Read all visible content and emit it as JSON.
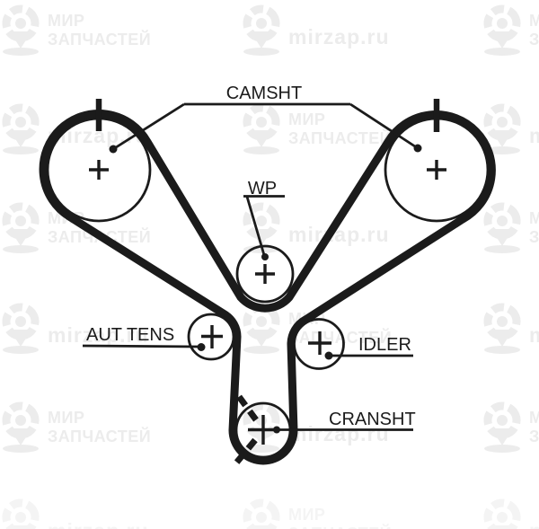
{
  "diagram_title": "timing-belt-routing-diagram",
  "labels": {
    "camshaft": "CAMSHT",
    "water_pump": "WP",
    "auto_tensioner": "AUT TENS",
    "idler": "IDLER",
    "crankshaft": "CRANSHT"
  },
  "watermark": {
    "brand_line1": "МИР",
    "brand_line2": "ЗАПЧАСТЕЙ",
    "site": "mirzap.ru"
  },
  "colors": {
    "line": "#1b1b1b",
    "watermark": "#ececec",
    "watermark_faint": "#f4f4f4",
    "background": "#ffffff"
  }
}
